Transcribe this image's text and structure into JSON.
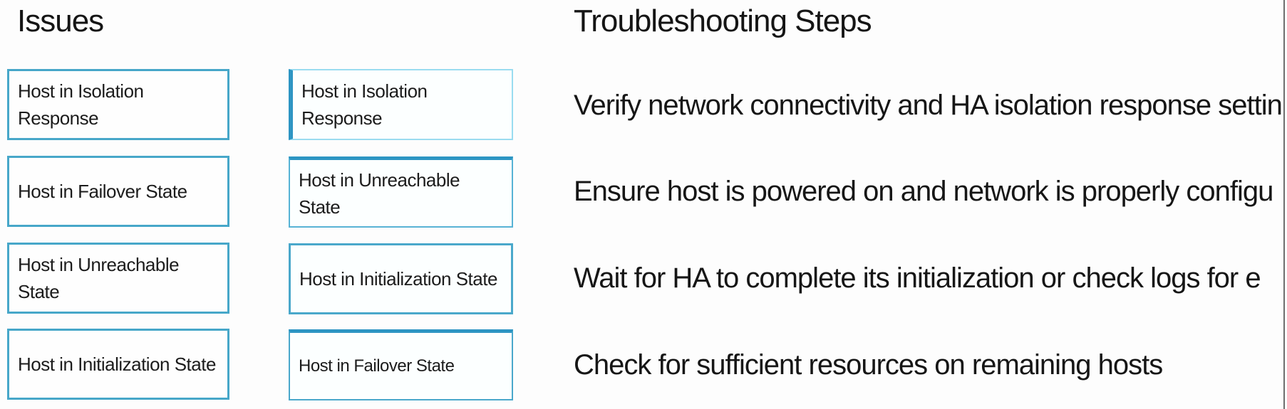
{
  "page": {
    "left_heading": "Issues",
    "right_heading": "Troubleshooting Steps"
  },
  "issues_column": {
    "items": [
      {
        "label": "Host in Isolation Response"
      },
      {
        "label": "Host in Failover State"
      },
      {
        "label": "Host in Unreachable State"
      },
      {
        "label": "Host in Initialization State"
      }
    ]
  },
  "answers_column": {
    "items": [
      {
        "label": "Host in Isolation Response"
      },
      {
        "label": "Host in Unreachable State"
      },
      {
        "label": "Host in Initialization State"
      },
      {
        "label": "Host in Failover State"
      }
    ]
  },
  "steps_column": {
    "items": [
      {
        "text": "Verify network connectivity and HA isolation response settin"
      },
      {
        "text": "Ensure host is powered on and network is properly configu"
      },
      {
        "text": "Wait for HA to complete its initialization or check logs for e"
      },
      {
        "text": "Check for sufficient resources on remaining hosts"
      }
    ]
  },
  "colors": {
    "source_box_border": "#47a7c9",
    "answer_accent_edge": "#2d95c3",
    "answer_light_border": "#9adcf0",
    "text": "#1b1b1b",
    "divider": "#6e6e6e"
  }
}
